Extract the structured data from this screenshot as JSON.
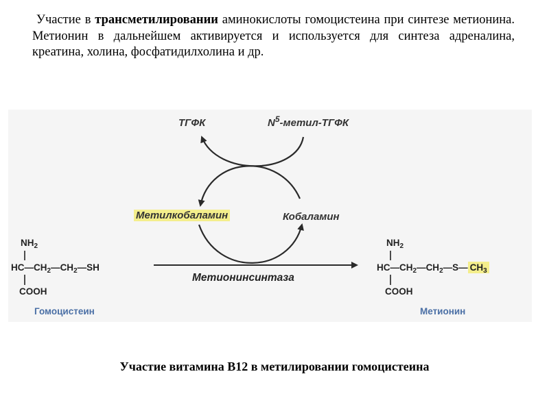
{
  "intro": {
    "part1": "Участие в ",
    "bold": "трансметилировании",
    "part2": " аминокислоты гомоцистеина при синтезе метионина. Метионин в дальнейшем активируется и используется для синтеза адреналина, креатина, холина, фосфатидилхолина и др."
  },
  "diagram": {
    "tgfk": "ТГФК",
    "n5_n": "N",
    "n5_sup": "5",
    "n5_rest": "-метил-ТГФК",
    "methylcobalamin": "Метилкобаламин",
    "cobalamin": "Кобаламин",
    "enzyme": "Метионинсинтаза",
    "homocysteine": {
      "nh2": "NH",
      "nh2_sub": "2",
      "chain_a": "HC—CH",
      "sub1": "2",
      "chain_b": "—CH",
      "sub2": "2",
      "chain_c": "—SH",
      "cooh": "COOH",
      "name": "Гомоцистеин"
    },
    "methionine": {
      "nh2": "NH",
      "nh2_sub": "2",
      "chain_a": "HC—CH",
      "sub1": "2",
      "chain_b": "—CH",
      "sub2": "2",
      "chain_c": "—S—",
      "ch3": "CH",
      "ch3_sub": "3",
      "cooh": "COOH",
      "name": "Метионин"
    }
  },
  "caption": "Участие витамина В12 в метилировании гомоцистеина",
  "colors": {
    "highlight": "#f4ee8c",
    "compound_name": "#4a6fa5",
    "figure_bg": "#f5f5f5"
  }
}
